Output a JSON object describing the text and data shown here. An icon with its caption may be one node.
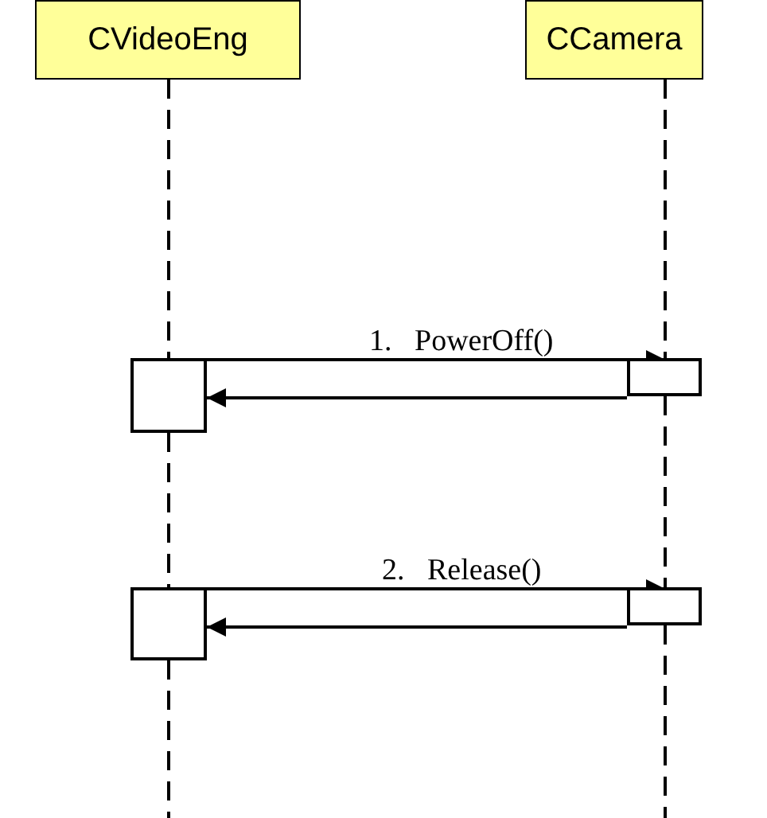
{
  "diagram": {
    "nodes": [
      {
        "text": [
          "CVideoEng"
        ]
      },
      {
        "text": [
          "CCamera"
        ]
      },
      {
        "text": [],
        "shape": "box"
      },
      {
        "text": [],
        "shape": "box"
      },
      {
        "text": [],
        "shape": "box"
      },
      {
        "text": [],
        "shape": "box"
      }
    ],
    "edges": [
      {
        "from": 0,
        "to": 2,
        "arrow": "none",
        "style": "dashed"
      },
      {
        "from": 2,
        "to": 4,
        "arrow": "none",
        "style": "dashed"
      },
      {
        "from": 4,
        "to": null,
        "arrow": "none",
        "style": "dashed"
      },
      {
        "from": 1,
        "to": 3,
        "arrow": "none",
        "style": "dashed"
      },
      {
        "from": 3,
        "to": 5,
        "arrow": "none",
        "style": "dashed"
      },
      {
        "from": 5,
        "to": null,
        "arrow": "none",
        "style": "dashed"
      },
      {
        "from": 2,
        "to": 3,
        "arrow": "to",
        "label": "1.   PowerOff()"
      },
      {
        "from": 3,
        "to": 2,
        "arrow": "to"
      },
      {
        "from": 4,
        "to": 5,
        "arrow": "to",
        "label": "2.   Release()"
      },
      {
        "from": 5,
        "to": 4,
        "arrow": "to"
      }
    ]
  }
}
